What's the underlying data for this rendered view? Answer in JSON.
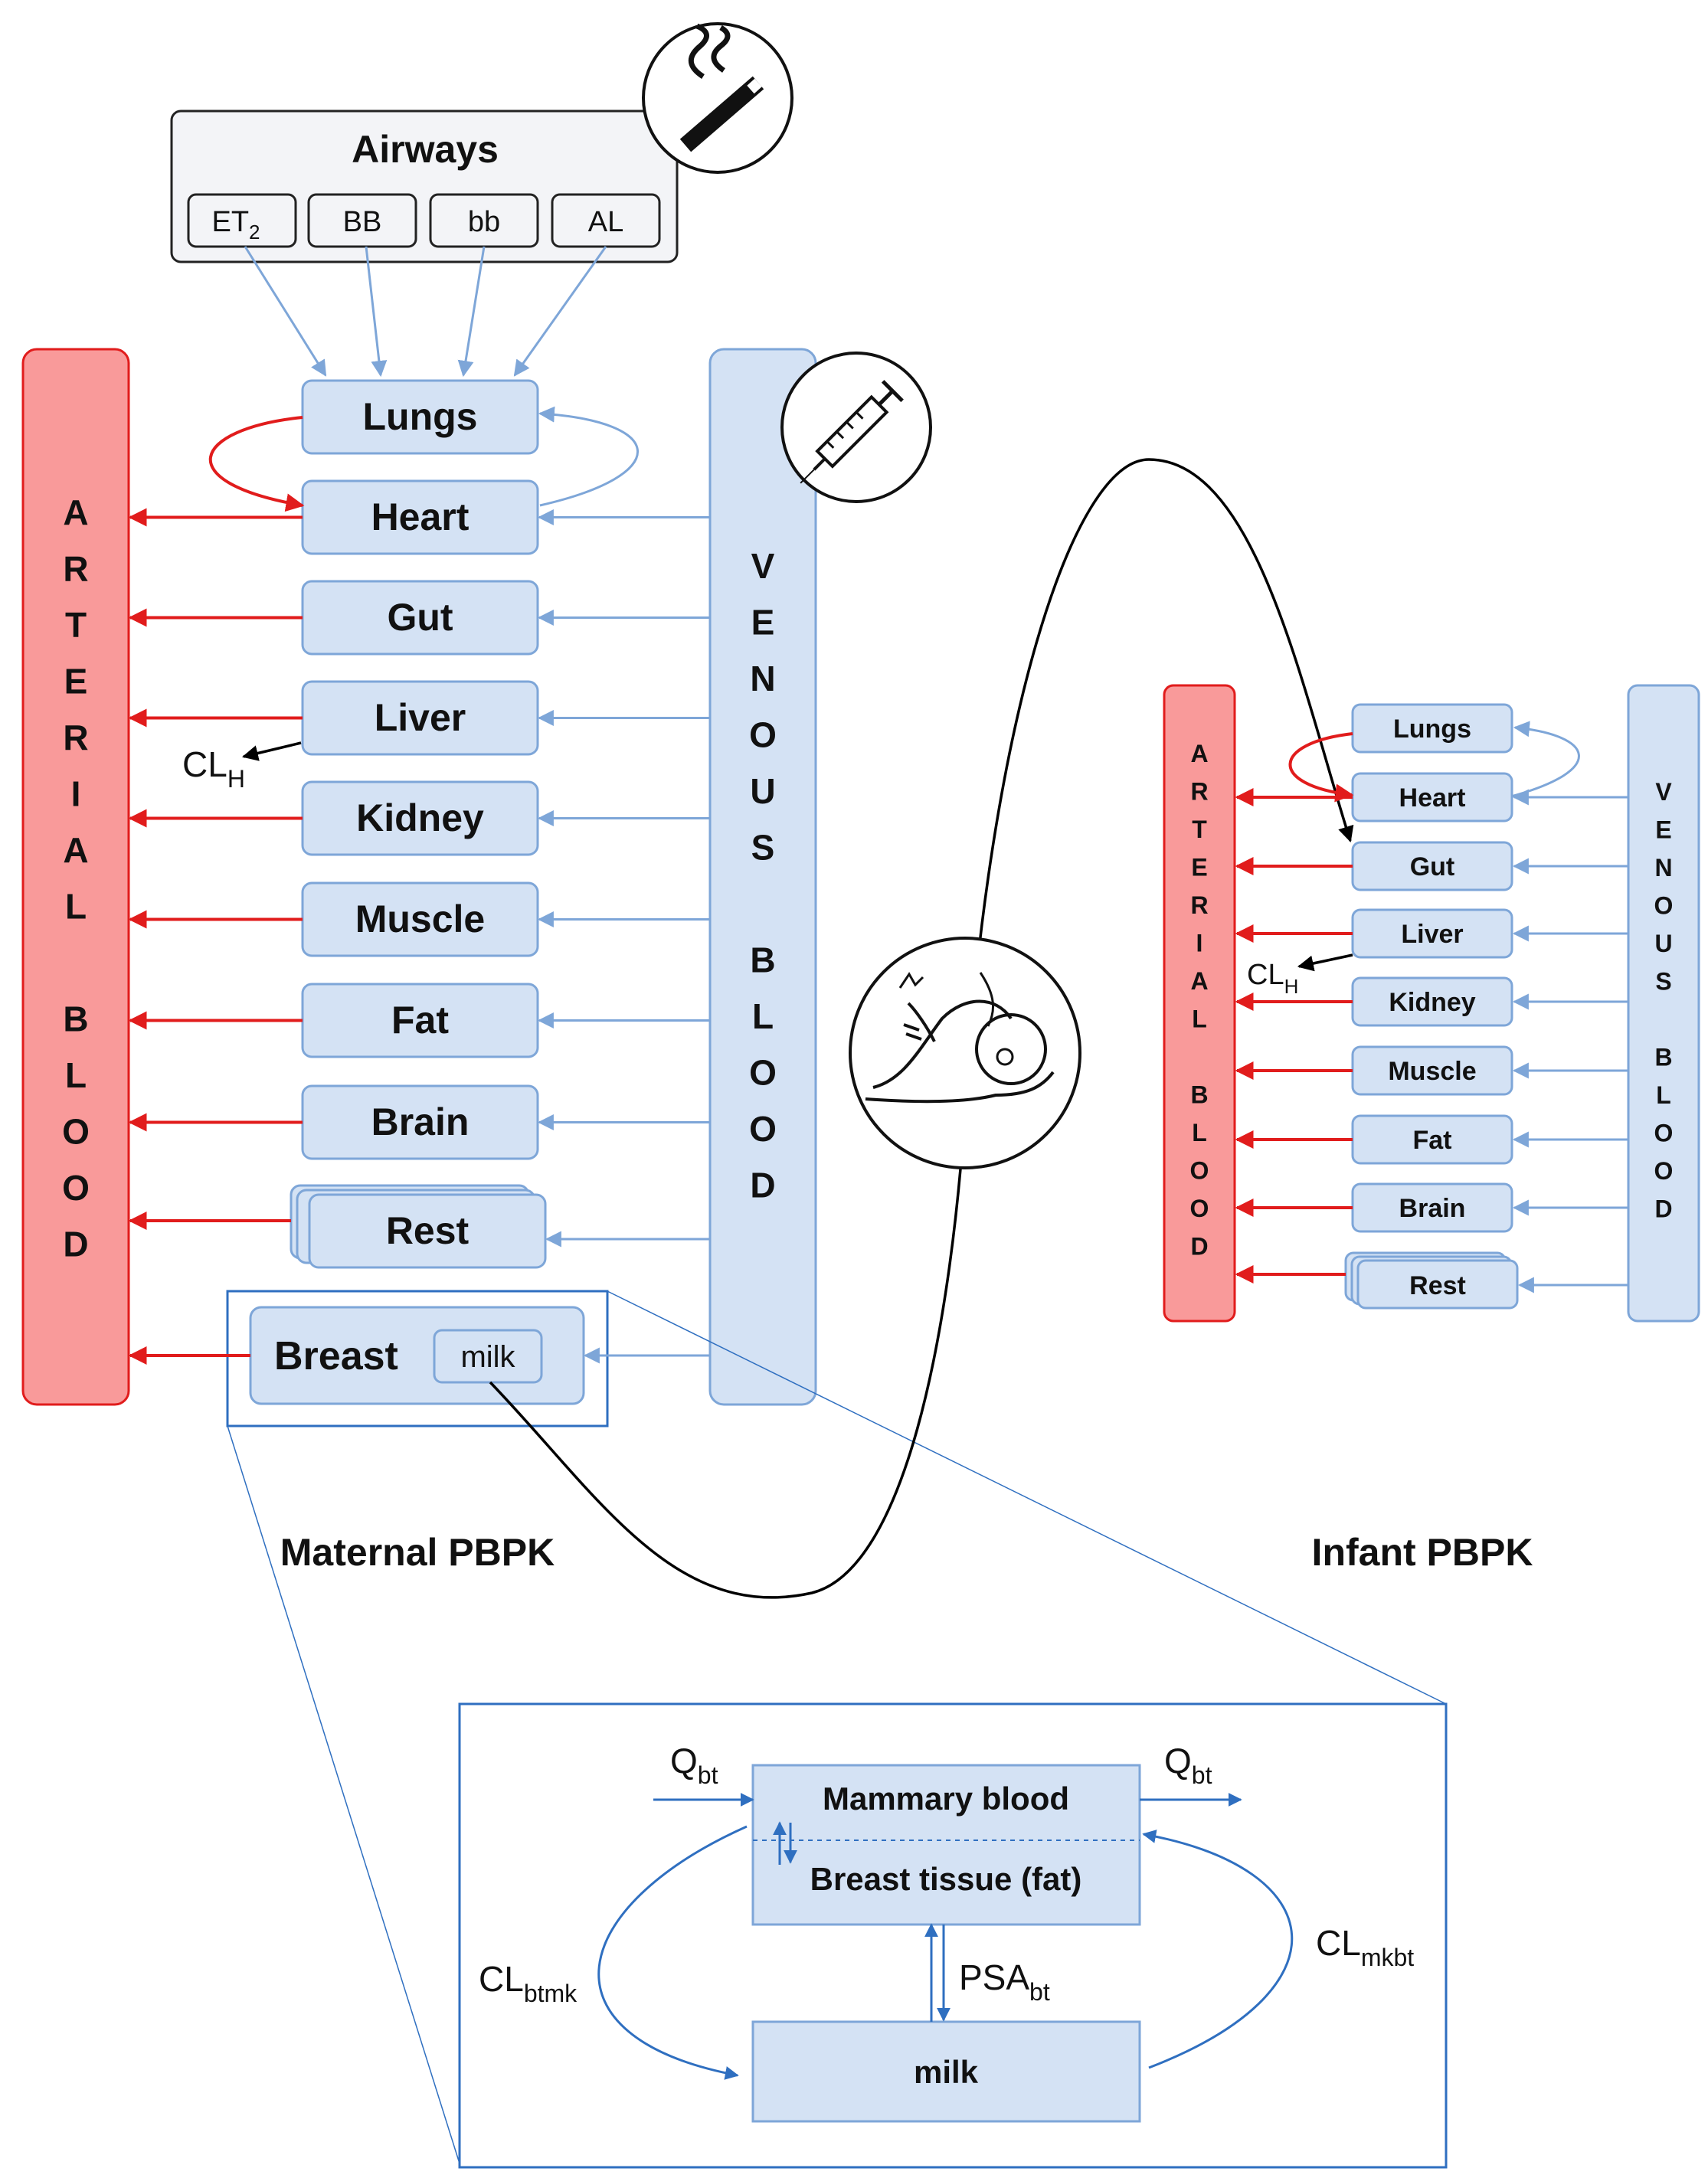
{
  "maternal": {
    "title": "Maternal PBPK",
    "airways": {
      "title": "Airways",
      "sub": [
        "ET",
        "BB",
        "bb",
        "AL"
      ],
      "et_subscript": "2"
    },
    "arterial_letters": [
      "A",
      "R",
      "T",
      "E",
      "R",
      "I",
      "A",
      "L",
      "",
      "B",
      "L",
      "O",
      "O",
      "D"
    ],
    "venous_letters": [
      "V",
      "E",
      "N",
      "O",
      "U",
      "S",
      "",
      "B",
      "L",
      "O",
      "O",
      "D"
    ],
    "organs": [
      "Lungs",
      "Heart",
      "Gut",
      "Liver",
      "Kidney",
      "Muscle",
      "Fat",
      "Brain",
      "Rest"
    ],
    "breast": "Breast",
    "milk": "milk",
    "clh": "CL",
    "clh_sub": "H"
  },
  "infant": {
    "title": "Infant PBPK",
    "arterial_letters": [
      "A",
      "R",
      "T",
      "E",
      "R",
      "I",
      "A",
      "L",
      "",
      "B",
      "L",
      "O",
      "O",
      "D"
    ],
    "venous_letters": [
      "V",
      "E",
      "N",
      "O",
      "U",
      "S",
      "",
      "B",
      "L",
      "O",
      "O",
      "D"
    ],
    "organs": [
      "Lungs",
      "Heart",
      "Gut",
      "Liver",
      "Kidney",
      "Muscle",
      "Fat",
      "Brain",
      "Rest"
    ],
    "clh": "CL",
    "clh_sub": "H"
  },
  "breast_detail": {
    "mammary_blood": "Mammary blood",
    "breast_tissue": "Breast tissue (fat)",
    "milk": "milk",
    "q_in": "Q",
    "q_in_sub": "bt",
    "q_out": "Q",
    "q_out_sub": "bt",
    "psa": "PSA",
    "psa_sub": "bt",
    "cl_btmk": "CL",
    "cl_btmk_sub": "btmk",
    "cl_mkbt": "CL",
    "cl_mkbt_sub": "mkbt"
  },
  "icons": [
    "cigarette-icon",
    "syringe-icon",
    "breastfeeding-icon"
  ],
  "colors": {
    "arterial_fill": "#f99a9a",
    "arterial_stroke": "#e11c1c",
    "venous_fill": "#d4e2f4",
    "venous_stroke": "#7ea6d8",
    "detail_stroke": "#2f6fc0"
  }
}
